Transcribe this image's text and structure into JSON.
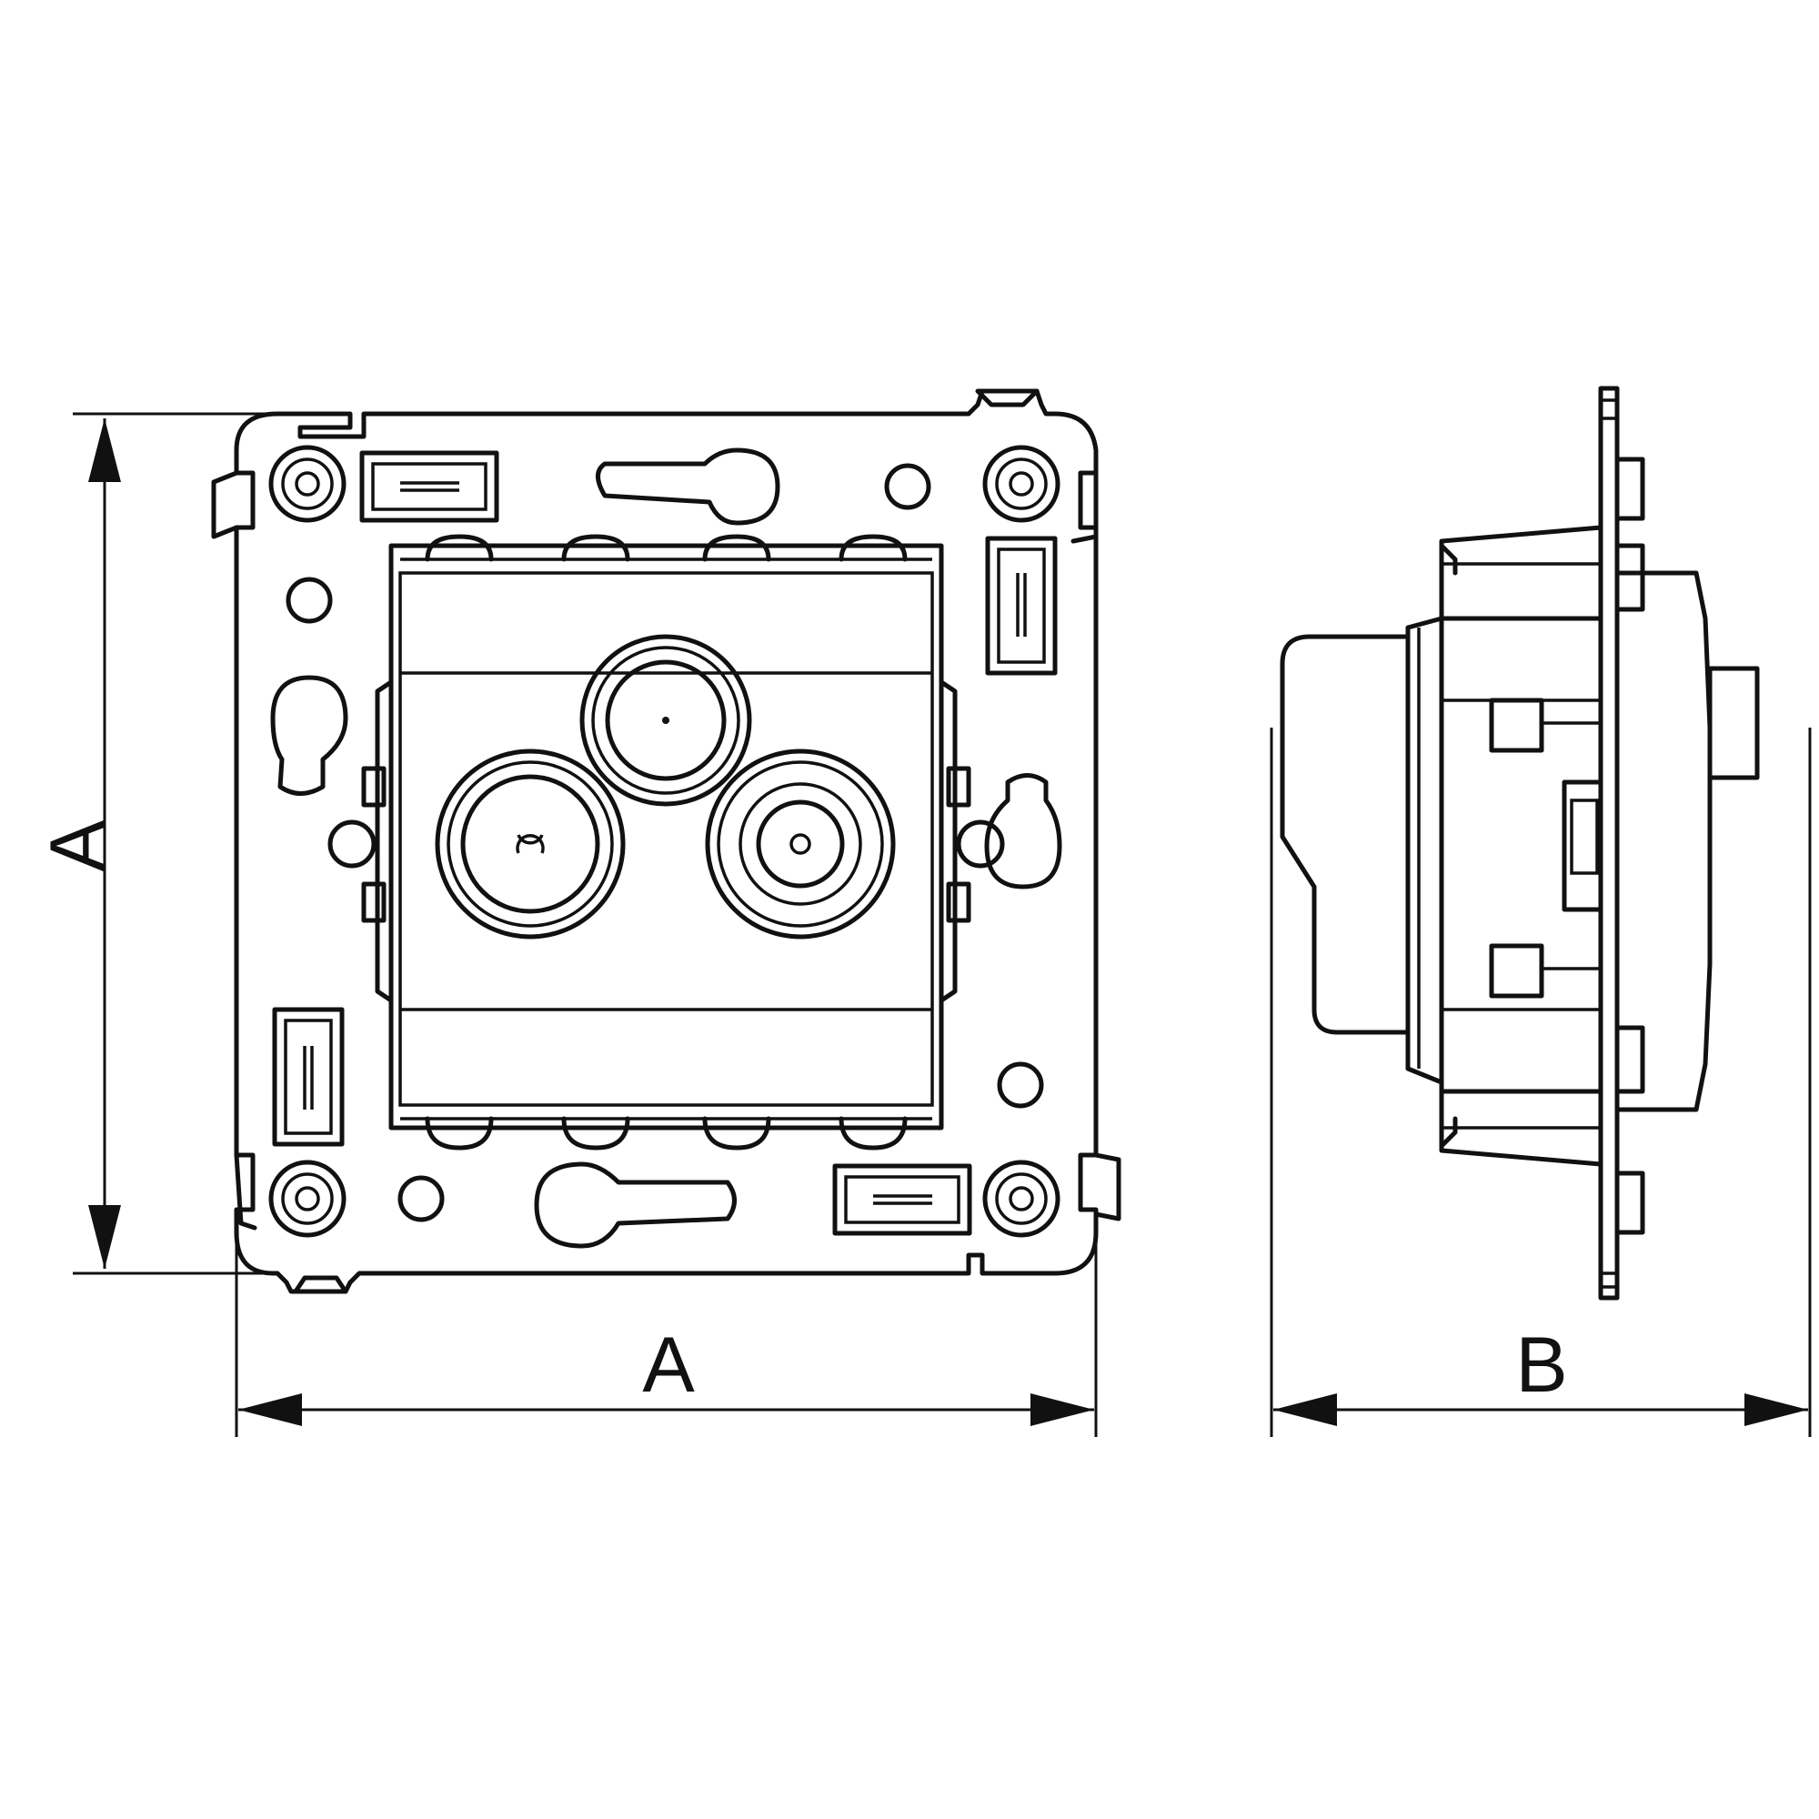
{
  "dimensions": {
    "front_height_label": "A",
    "front_width_label": "A",
    "side_depth_label": "B"
  },
  "colors": {
    "line": "#111111",
    "background": "#ffffff"
  },
  "icons": {
    "front_view": "tv-sat-socket-front-view",
    "side_view": "tv-sat-socket-side-view"
  }
}
